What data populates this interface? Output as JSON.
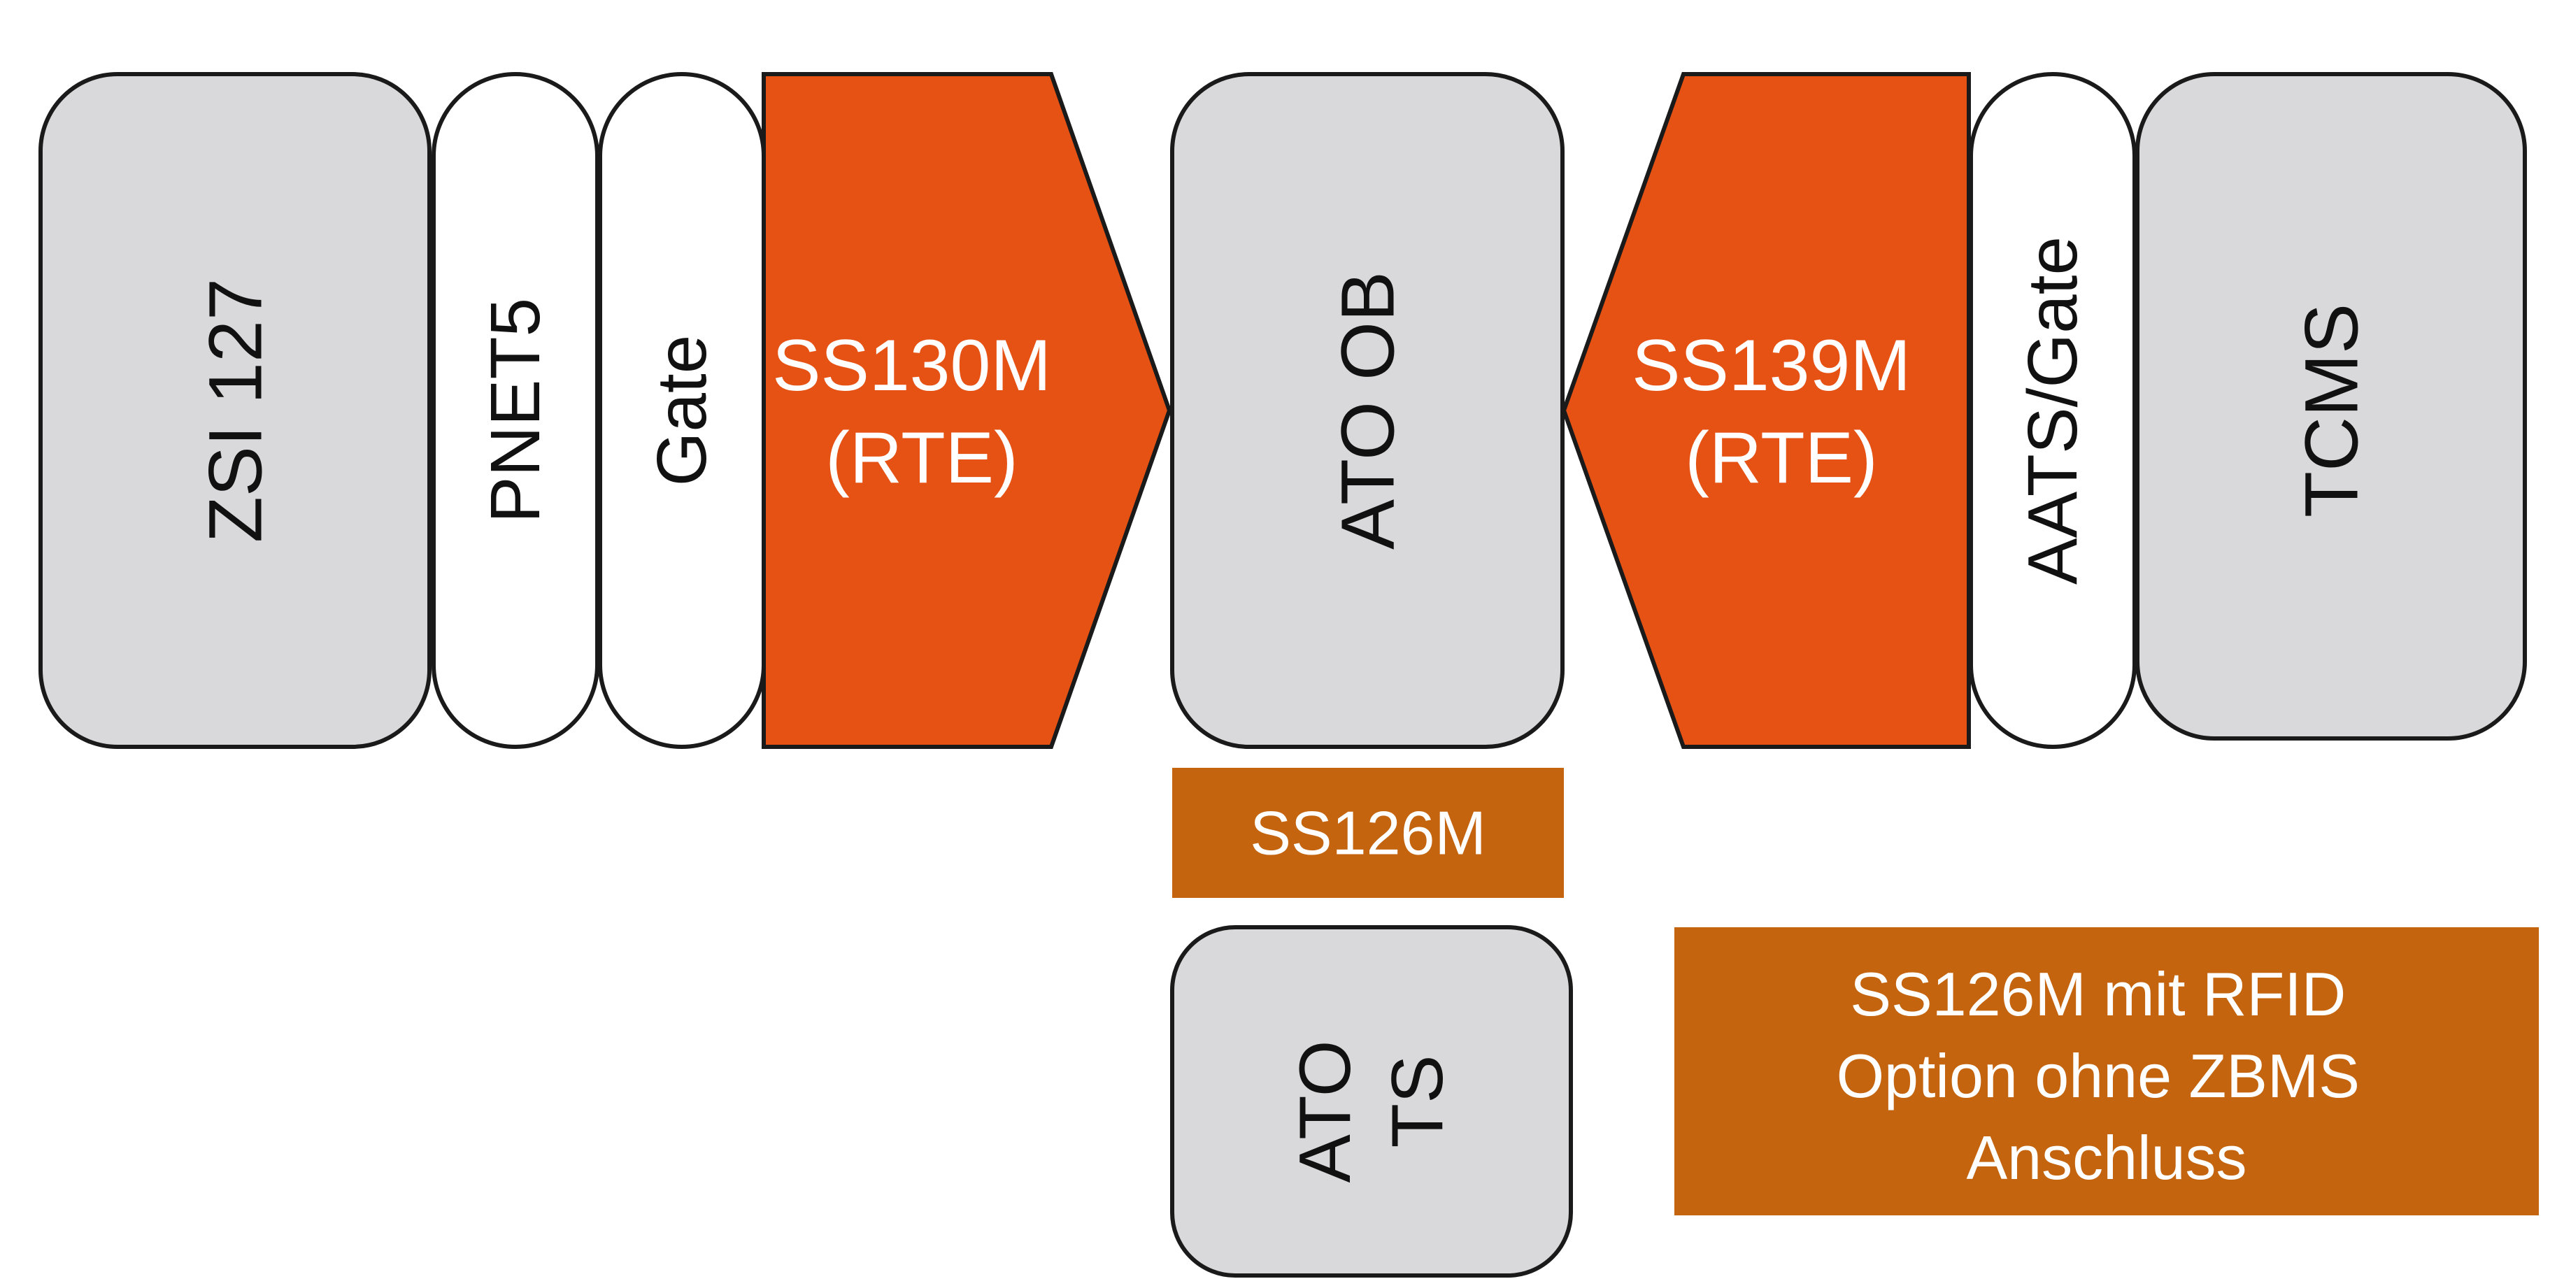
{
  "colors": {
    "grey_block": "#d9d9db",
    "white_block": "#ffffff",
    "arrow_red": "#e65214",
    "brown_box": "#c4640e",
    "outline": "#1a1a1a",
    "text_dark": "#111111",
    "text_light": "#ffffff"
  },
  "blocks": {
    "zsi127": "ZSI 127",
    "pnet5": "PNET5",
    "gate": "Gate",
    "ss130m": [
      "SS130M",
      "(RTE)"
    ],
    "ato_ob": "ATO OB",
    "ss139m": [
      "SS139M",
      "(RTE)"
    ],
    "aats_gate": "AATS/Gate",
    "tcms": "TCMS",
    "ss126m": "SS126M",
    "ato_ts": [
      "ATO",
      "TS"
    ],
    "ss126m_rfid": [
      "SS126M mit RFID",
      "Option ohne ZBMS",
      "Anschluss"
    ]
  }
}
